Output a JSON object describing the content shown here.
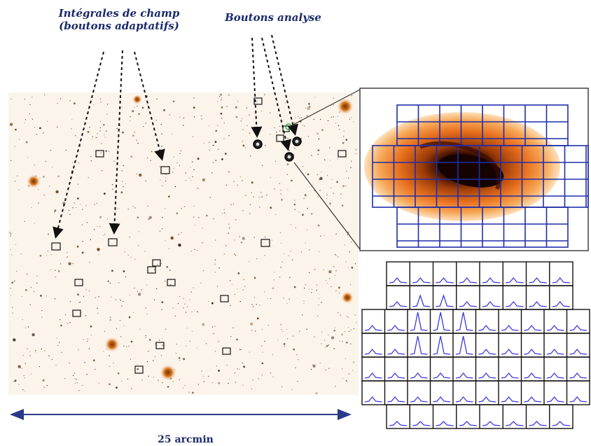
{
  "labels": {
    "field_integrals_line1": "Intégrales de champ",
    "field_integrals_line2": "(boutons adaptatifs)",
    "analysis_buttons": "Boutons analyse",
    "scale": "25 arcmin"
  },
  "colors": {
    "label_text": "#1a2a6c",
    "ifu_grid": "#1f2ea8",
    "spectra": "#3a3adf",
    "galaxy_core": "#1a0500",
    "galaxy_outer": "#f4a24a",
    "pointer_line": "#333333",
    "scale_arrow": "#2a3a8a"
  },
  "icons": {
    "adaptive_button": "square-marker-icon",
    "analysis_button": "circle-marker-icon"
  }
}
